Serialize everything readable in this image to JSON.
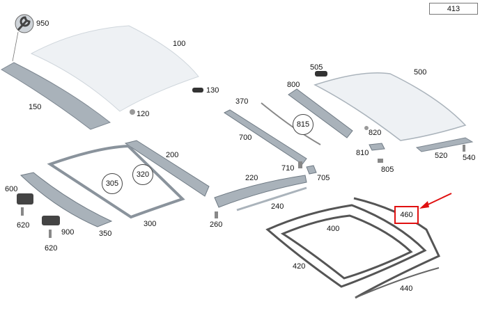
{
  "page_number": "413",
  "highlighted_part": "460",
  "highlight_color": "#e01010",
  "part_color": "#a9b2ba",
  "panel_color": "#eef1f4",
  "labels": {
    "p950": "950",
    "p100": "100",
    "p150": "150",
    "p130": "130",
    "p120": "120",
    "p505": "505",
    "p500": "500",
    "p800": "800",
    "p370": "370",
    "p820": "820",
    "p700": "700",
    "p810": "810",
    "p520": "520",
    "p540": "540",
    "p805": "805",
    "p710": "710",
    "p705": "705",
    "p200": "200",
    "p220": "220",
    "p240": "240",
    "p600": "600",
    "p620a": "620",
    "p620b": "620",
    "p900": "900",
    "p350": "350",
    "p300": "300",
    "p260": "260",
    "p400": "400",
    "p420": "420",
    "p440": "440"
  },
  "callouts": {
    "c815": "815",
    "c305": "305",
    "c320": "320"
  }
}
